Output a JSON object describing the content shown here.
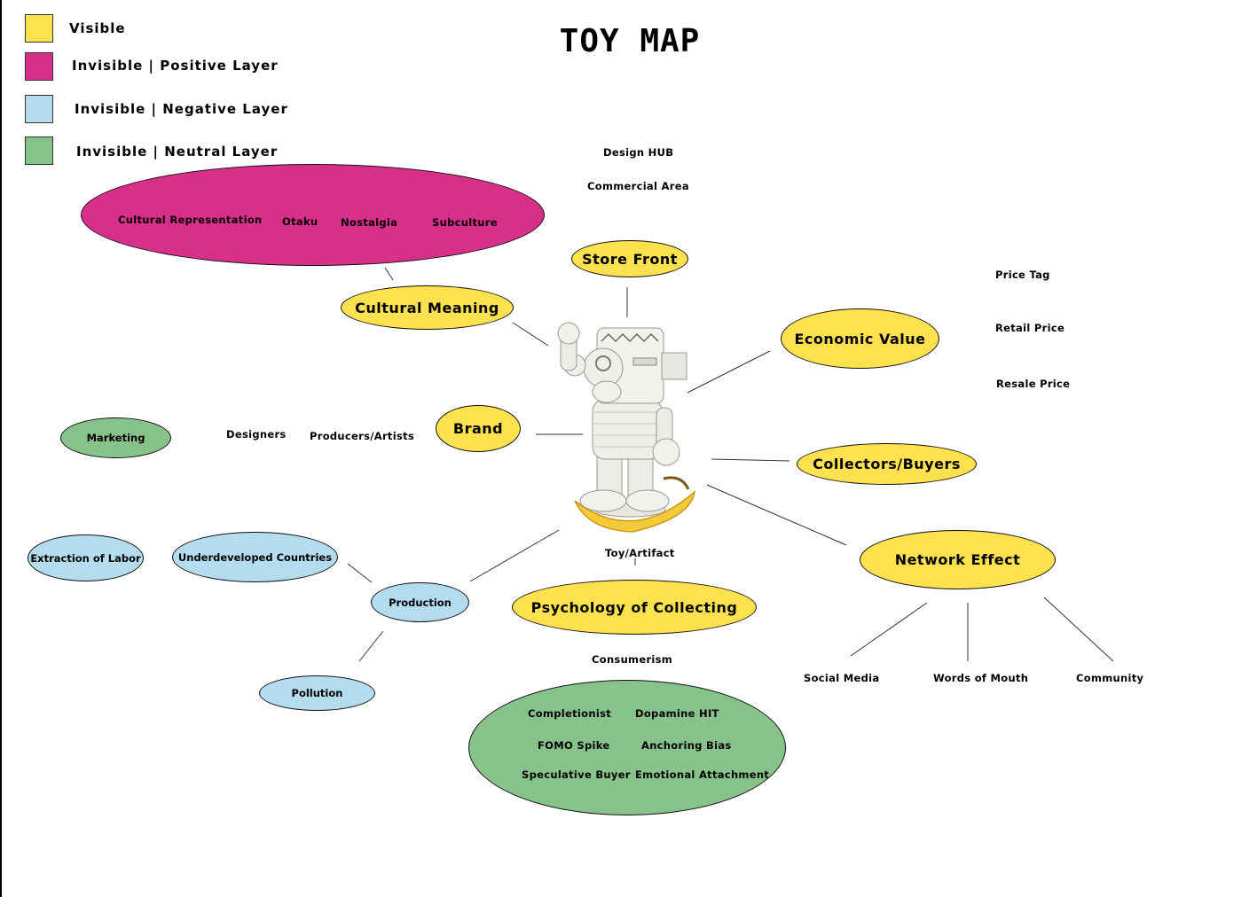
{
  "title": "TOY MAP",
  "legend": [
    {
      "label": "Visible",
      "color": "#fde14e"
    },
    {
      "label": "Invisible | Positive Layer",
      "color": "#d82f8b"
    },
    {
      "label": "Invisible | Negative Layer",
      "color": "#b3dcef"
    },
    {
      "label": "Invisible | Neutral Layer",
      "color": "#88c28b"
    }
  ],
  "visible_nodes": {
    "store_front": "Store Front",
    "cultural_meaning": "Cultural Meaning",
    "economic_value": "Economic Value",
    "brand": "Brand",
    "collectors": "Collectors/Buyers",
    "network_effect": "Network Effect",
    "psychology": "Psychology of Collecting"
  },
  "center": {
    "label": "Toy/Artifact"
  },
  "store_front_items": [
    "Design HUB",
    "Commercial Area"
  ],
  "cultural_items": [
    "Cultural Representation",
    "Otaku",
    "Nostalgia",
    "Subculture"
  ],
  "economic_items": [
    "Price Tag",
    "Retail Price",
    "Resale Price"
  ],
  "brand_items": {
    "marketing": "Marketing",
    "designers": "Designers",
    "producers": "Producers/Artists"
  },
  "production": {
    "label": "Production",
    "extraction": "Extraction of Labor",
    "underdeveloped": "Underdeveloped Countries",
    "pollution": "Pollution"
  },
  "network_items": [
    "Social Media",
    "Words of Mouth",
    "Community"
  ],
  "psychology_items": {
    "consumerism": "Consumerism",
    "traits": [
      "Completionist",
      "Dopamine HIT",
      "FOMO Spike",
      "Anchoring Bias",
      "Speculative Buyer",
      "Emotional Attachment"
    ]
  }
}
